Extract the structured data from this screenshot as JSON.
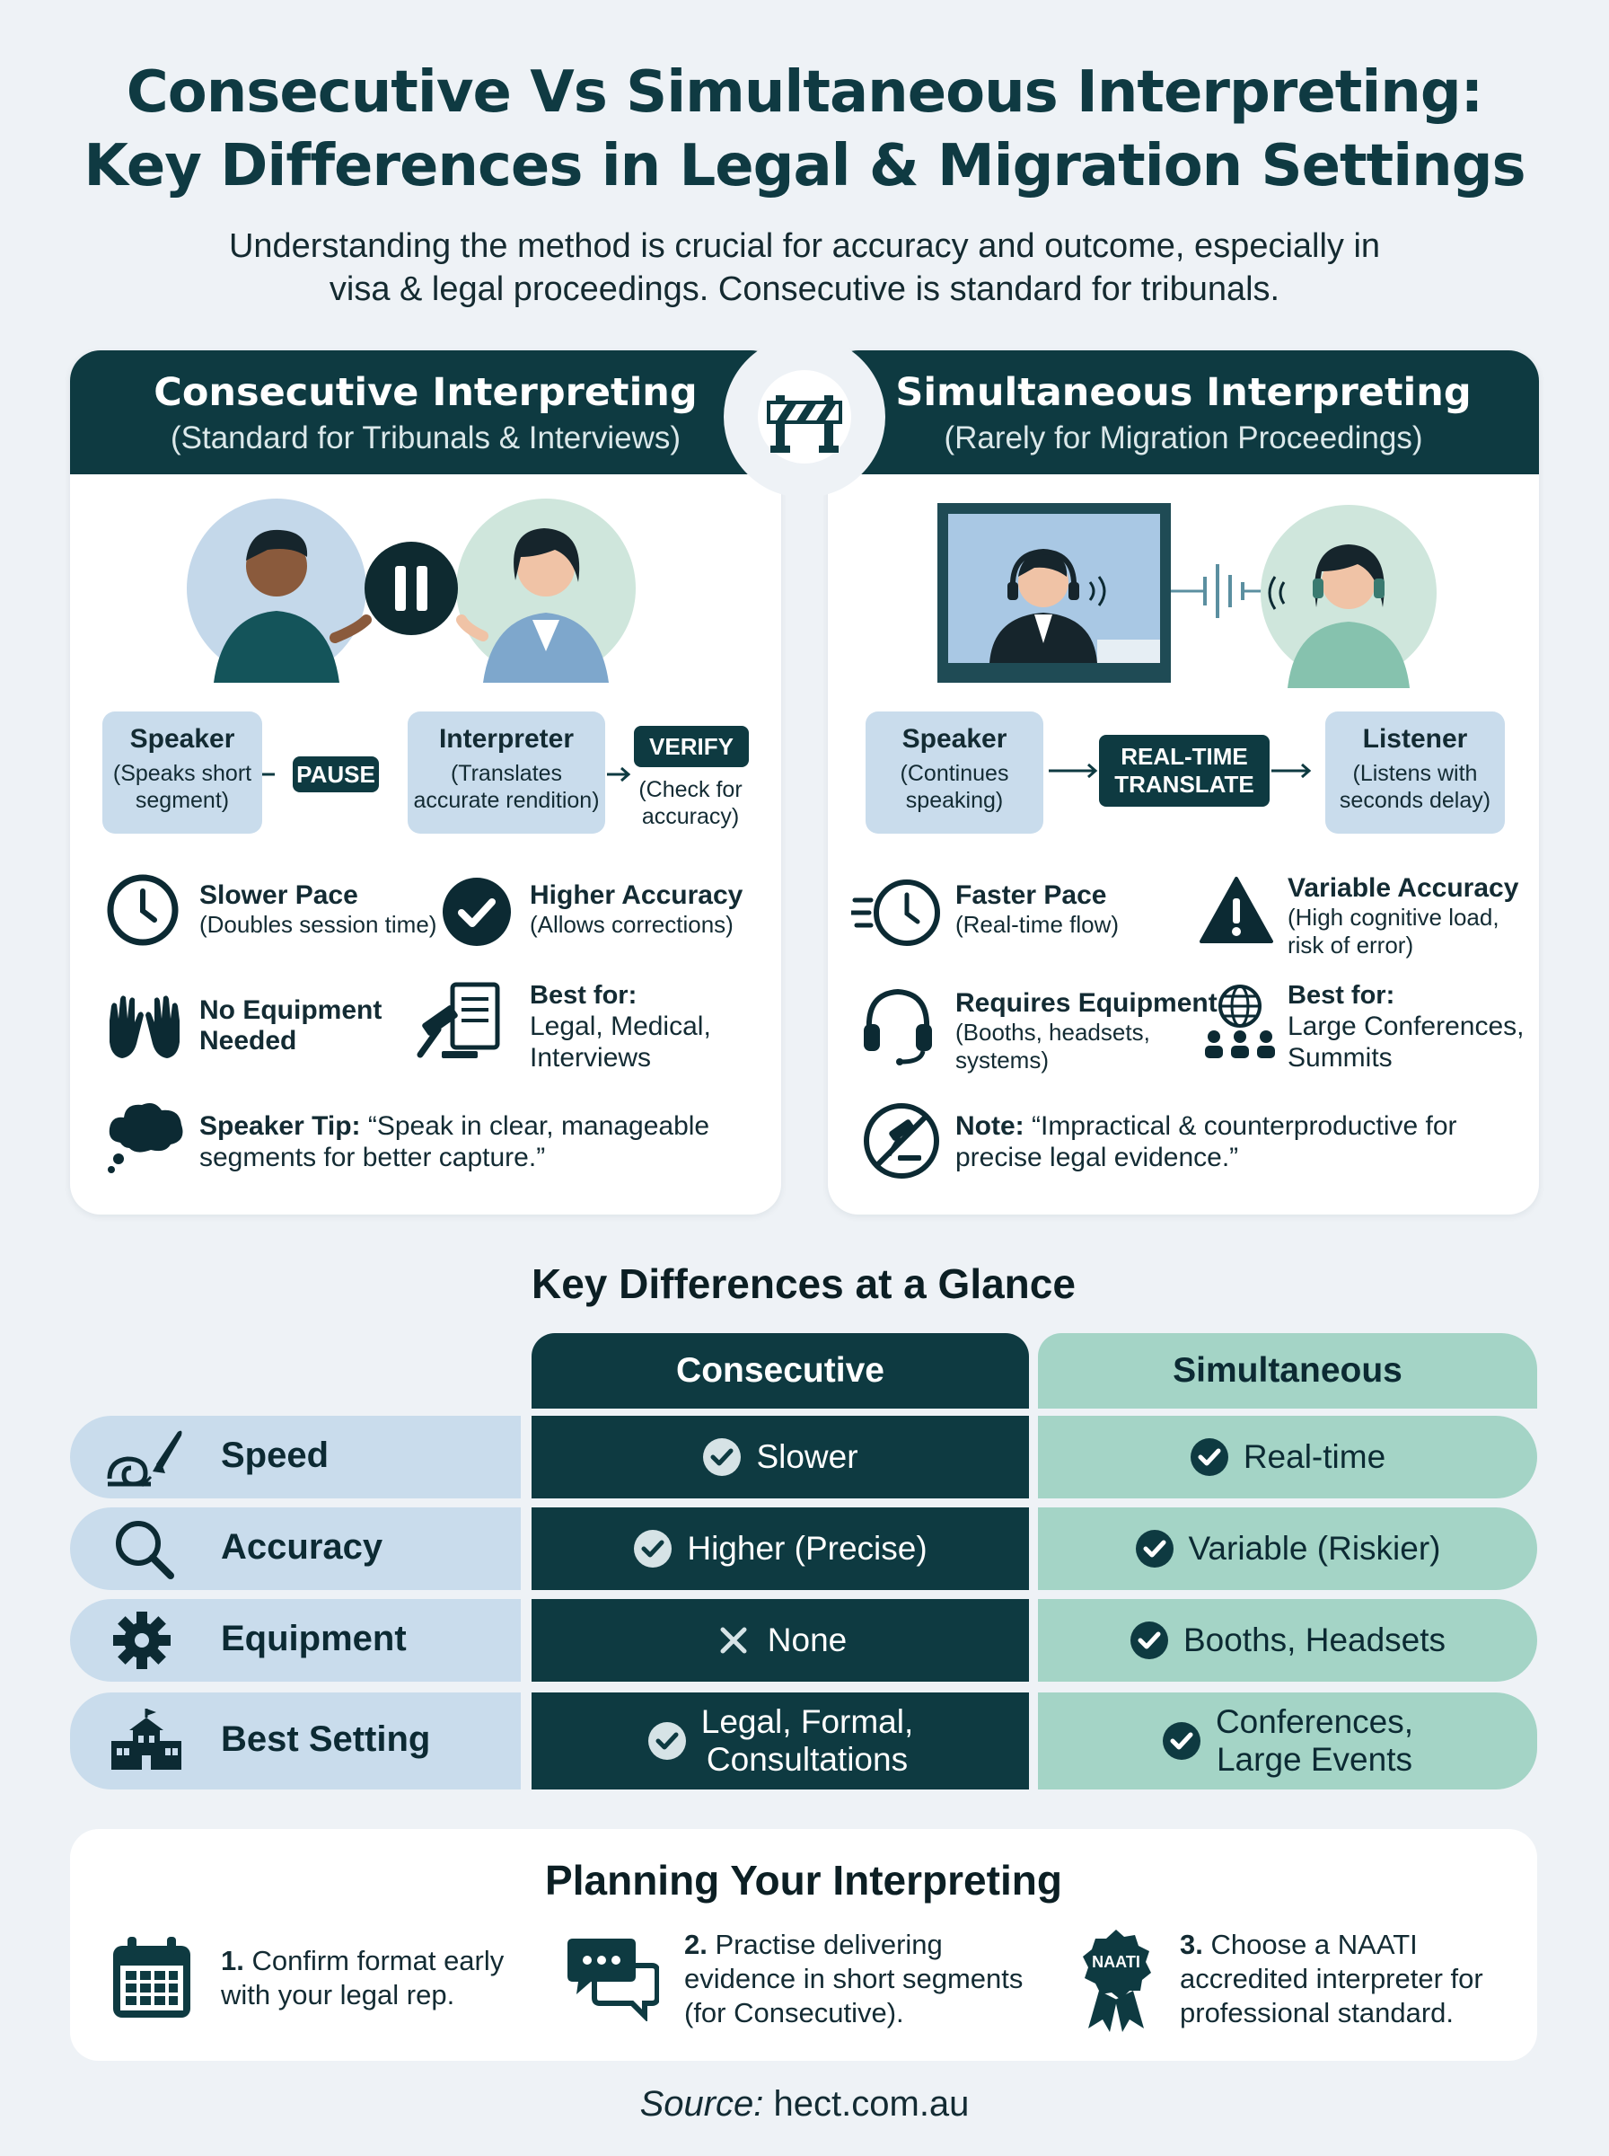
{
  "header": {
    "title_line1": "Consecutive Vs Simultaneous Interpreting:",
    "title_line2": "Key Differences in Legal & Migration Settings",
    "subtitle_line1": "Understanding the method is crucial for accuracy and outcome, especially in",
    "subtitle_line2": "visa & legal proceedings. Consecutive is standard for tribunals."
  },
  "consecutive_panel": {
    "title": "Consecutive Interpreting",
    "subtitle": "(Standard for Tribunals & Interviews)",
    "flow": {
      "speaker_title": "Speaker",
      "speaker_desc": "(Speaks short segment)",
      "pause_tag": "PAUSE",
      "interpreter_title": "Interpreter",
      "interpreter_desc": "(Translates accurate rendition)",
      "verify_tag": "VERIFY",
      "verify_desc": "(Check for accuracy)"
    },
    "features": {
      "pace_title": "Slower Pace",
      "pace_desc": "(Doubles session time)",
      "accuracy_title": "Higher Accuracy",
      "accuracy_desc": "(Allows corrections)",
      "equipment_title_1": "No Equipment",
      "equipment_title_2": "Needed",
      "best_title": "Best for:",
      "best_desc_1": "Legal, Medical,",
      "best_desc_2": "Interviews",
      "tip_label": "Speaker Tip:",
      "tip_text_1": " “Speak in clear, manageable",
      "tip_text_2": "segments for better capture.”"
    }
  },
  "simultaneous_panel": {
    "title": "Simultaneous Interpreting",
    "subtitle": "(Rarely for Migration Proceedings)",
    "flow": {
      "speaker_title": "Speaker",
      "speaker_desc": "(Continues speaking)",
      "translate_tag_1": "REAL-TIME",
      "translate_tag_2": "TRANSLATE",
      "listener_title": "Listener",
      "listener_desc": "(Listens with seconds delay)"
    },
    "features": {
      "pace_title": "Faster Pace",
      "pace_desc": "(Real-time flow)",
      "accuracy_title": "Variable Accuracy",
      "accuracy_desc_1": "(High cognitive load,",
      "accuracy_desc_2": "risk of error)",
      "equipment_title": "Requires Equipment",
      "equipment_desc_1": "(Booths, headsets,",
      "equipment_desc_2": "systems)",
      "best_title": "Best for:",
      "best_desc_1": "Large Conferences,",
      "best_desc_2": "Summits",
      "note_label": "Note:",
      "note_text_1": " “Impractical & counterproductive for",
      "note_text_2": "precise legal evidence.”"
    }
  },
  "comparison": {
    "title": "Key Differences at a Glance",
    "col_consecutive": "Consecutive",
    "col_simultaneous": "Simultaneous",
    "rows": [
      {
        "label": "Speed",
        "consecutive": "Slower",
        "simultaneous": "Real-time"
      },
      {
        "label": "Accuracy",
        "consecutive": "Higher (Precise)",
        "simultaneous": "Variable (Riskier)"
      },
      {
        "label": "Equipment",
        "consecutive": "None",
        "simultaneous": "Booths, Headsets"
      },
      {
        "label": "Best Setting",
        "consecutive_1": "Legal, Formal,",
        "consecutive_2": "Consultations",
        "simultaneous_1": "Conferences,",
        "simultaneous_2": "Large Events"
      }
    ]
  },
  "planning": {
    "title": "Planning Your Interpreting",
    "step1_num": "1.",
    "step1_text_1": " Confirm format early",
    "step1_text_2": "with your legal rep.",
    "step2_num": "2.",
    "step2_text_1": " Practise delivering",
    "step2_text_2": "evidence in short segments",
    "step2_text_3": "(for Consecutive).",
    "step3_num": "3.",
    "step3_text_1": " Choose a NAATI",
    "step3_text_2": "accredited interpreter for",
    "step3_text_3": "professional standard.",
    "badge_text": "NAATI"
  },
  "source": {
    "label": "Source:",
    "value": " hect.com.au"
  },
  "colors": {
    "dark_teal": "#0e3a41",
    "light_blue": "#c9dcec",
    "mint": "#a4d4c6",
    "background": "#eef2f6"
  }
}
